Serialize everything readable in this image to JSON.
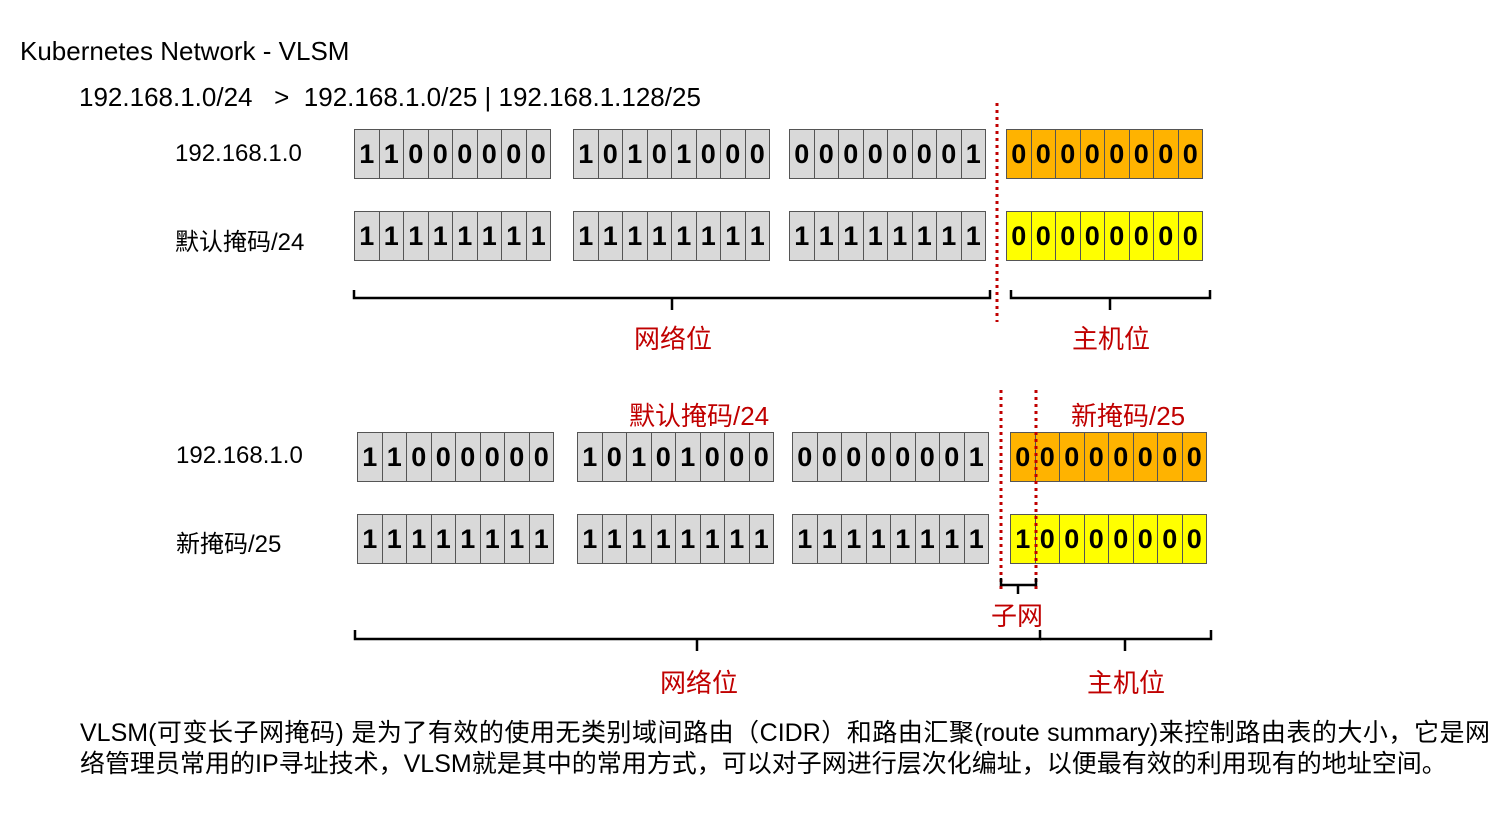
{
  "title": "Kubernetes Network - VLSM",
  "subtitle": "192.168.1.0/24   >  192.168.1.0/25 | 192.168.1.128/25",
  "diagram1": {
    "ip_label": "192.168.1.0",
    "mask_label": "默认掩码/24",
    "ip_octets": [
      "11000000",
      "10101000",
      "00000001",
      "00000000"
    ],
    "mask_octets": [
      "11111111",
      "11111111",
      "11111111",
      "00000000"
    ],
    "network_label": "网络位",
    "host_label": "主机位"
  },
  "diagram2": {
    "default_mask_label": "默认掩码/24",
    "new_mask_label": "新掩码/25",
    "ip_label": "192.168.1.0",
    "mask_label": "新掩码/25",
    "ip_octets": [
      "11000000",
      "10101000",
      "00000001",
      "00000000"
    ],
    "mask_octets": [
      "11111111",
      "11111111",
      "11111111",
      "10000000"
    ],
    "subnet_label": "子网",
    "network_label": "网络位",
    "host_label": "主机位"
  },
  "description": "VLSM(可变长子网掩码) 是为了有效的使用无类别域间路由（CIDR）和路由汇聚(route summary)来控制路由表的大小，它是网络管理员常用的IP寻址技术，VLSM就是其中的常用方式，可以对子网进行层次化编址，以便最有效的利用现有的地址空间。",
  "colors": {
    "network_fill": "#d9d9d9",
    "ip_host_fill": "#ffb300",
    "mask_host_fill": "#ffff00",
    "annotation": "#c00000"
  }
}
